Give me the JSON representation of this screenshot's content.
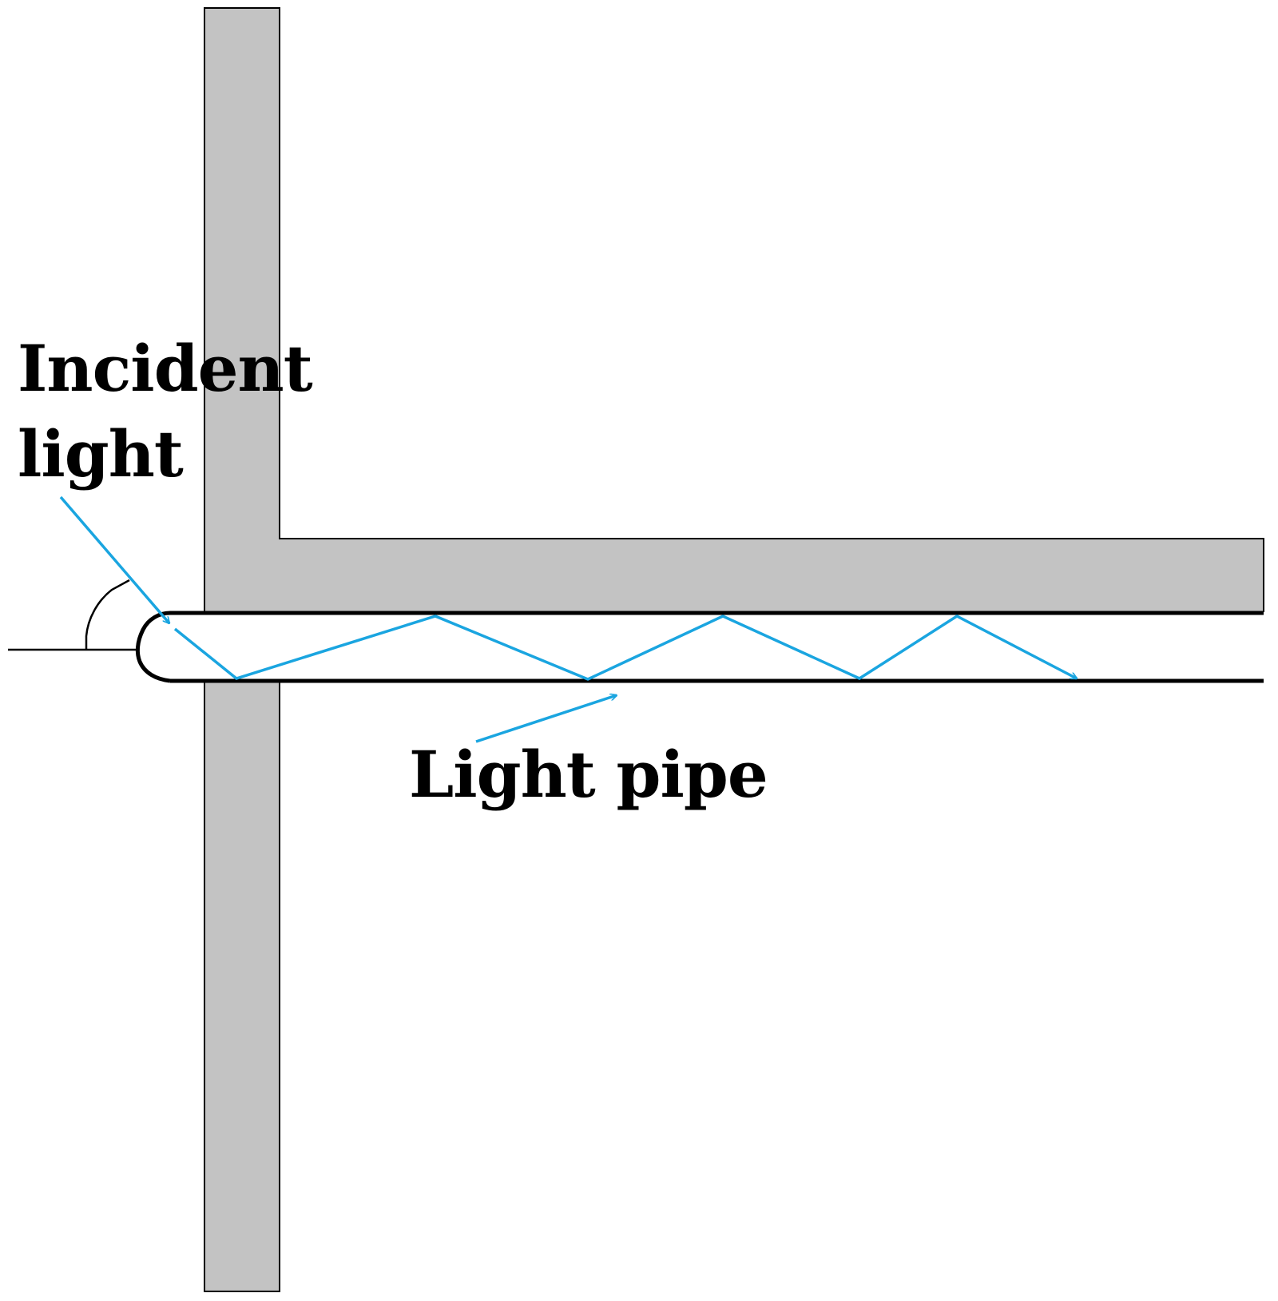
{
  "labels": {
    "incident_line1": "Incident",
    "incident_line2": "light",
    "light_pipe": "Light pipe"
  },
  "colors": {
    "wall_fill": "#c3c3c3",
    "outline": "#000000",
    "ray": "#1aa5e0",
    "background": "#ffffff"
  },
  "icons": {
    "incident_ray_arrowhead": "arrowhead-icon",
    "exit_ray_arrowhead": "arrowhead-icon",
    "pointer_arrowhead": "arrowhead-icon"
  }
}
